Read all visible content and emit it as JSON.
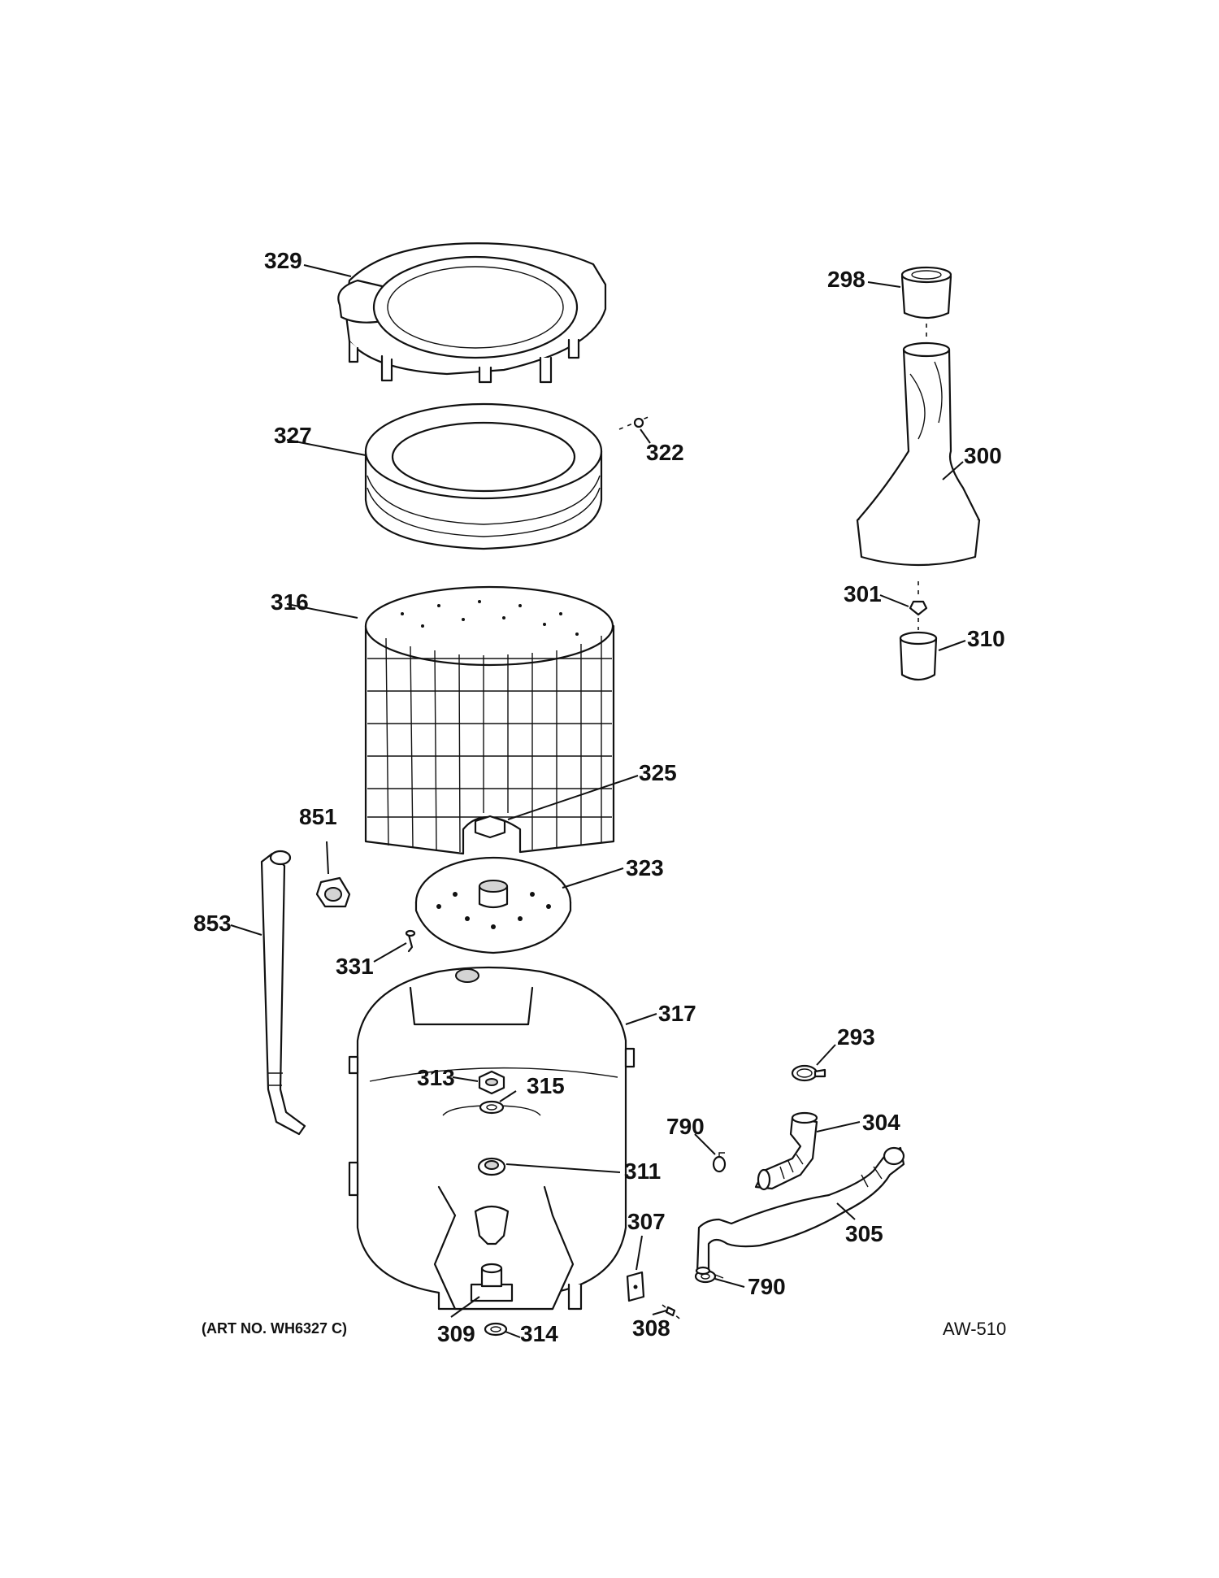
{
  "callouts": {
    "c329": "329",
    "c327": "327",
    "c322": "322",
    "c316": "316",
    "c298": "298",
    "c300": "300",
    "c301": "301",
    "c310": "310",
    "c325": "325",
    "c851": "851",
    "c853": "853",
    "c323": "323",
    "c331": "331",
    "c317": "317",
    "c293": "293",
    "c313": "313",
    "c315": "315",
    "c790a": "790",
    "c304": "304",
    "c311": "311",
    "c307": "307",
    "c305": "305",
    "c790b": "790",
    "c309": "309",
    "c314": "314",
    "c308": "308"
  },
  "footer": {
    "art_number": "(ART NO. WH6327 C)",
    "diagram_code": "AW-510"
  }
}
